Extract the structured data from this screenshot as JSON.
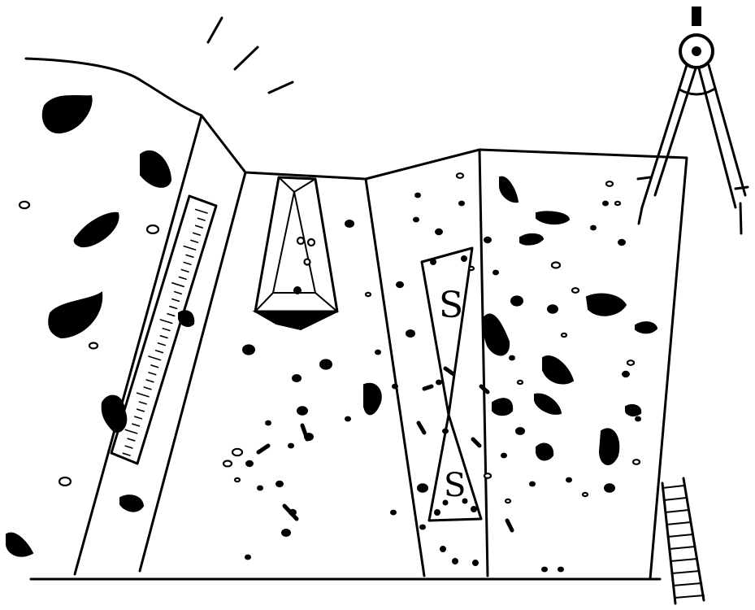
{
  "scene": {
    "ink_color": "#000000",
    "paper_color": "#ffffff",
    "objects": [
      "climbing-wall",
      "ruler",
      "compass-divider",
      "ladder",
      "hourglass-panel",
      "prism-panel",
      "sunburst"
    ],
    "hourglass_glyphs": [
      "S",
      "S"
    ],
    "ruler_tick_count": 34
  }
}
